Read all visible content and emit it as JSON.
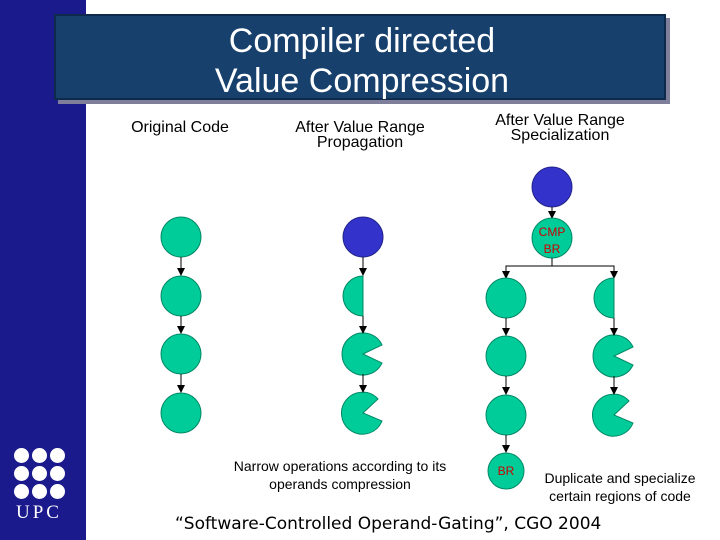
{
  "title": {
    "line1": "Compiler directed",
    "line2": "Value Compression"
  },
  "columns": {
    "original": "Original Code",
    "propagation": "After Value Range Propagation",
    "specialization": "After Value Range Specialization"
  },
  "node_labels": {
    "cmp": "CMP",
    "br": "BR",
    "br_legend": "BR"
  },
  "notes": {
    "narrow": "Narrow operations according to its operands compression",
    "duplicate": "Duplicate and specialize certain regions of code"
  },
  "citation": "“Software-Controlled Operand-Gating”, CGO 2004",
  "logo": {
    "text": "UPC"
  },
  "colors": {
    "sidebar": "#1a1a8c",
    "title_bg": "#17406d",
    "node_green": "#00cc99",
    "node_blue": "#3333cc",
    "label_red": "#cc0000"
  }
}
